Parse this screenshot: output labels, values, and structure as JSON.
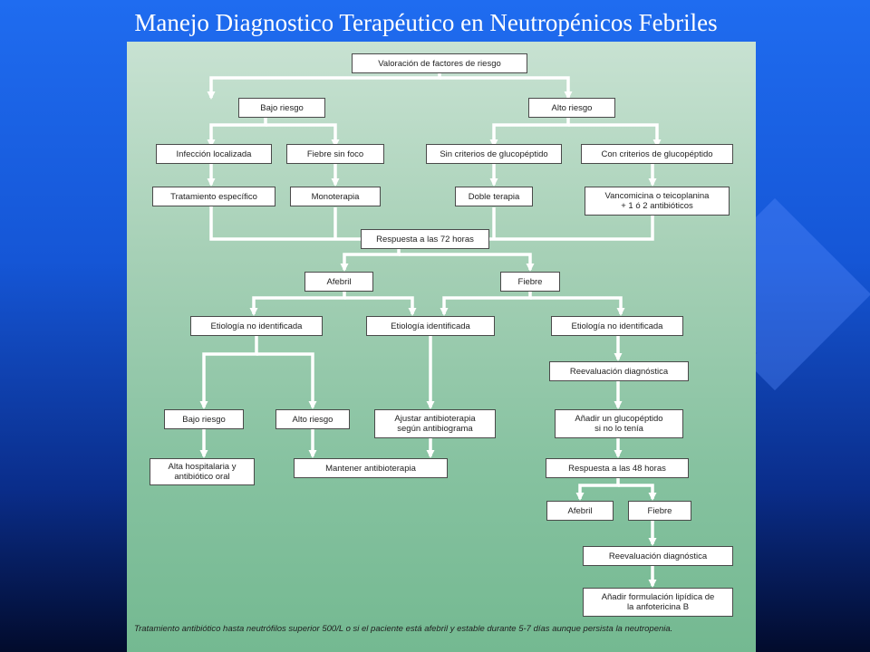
{
  "title": "Manejo Diagnostico Terapéutico en Neutropénicos Febriles",
  "colors": {
    "arrow": "#ffffff",
    "box_border": "#4a4a4a",
    "panel": "#86c2a0"
  },
  "nodes": {
    "valoracion": "Valoración de factores de riesgo",
    "bajo_riesgo": "Bajo riesgo",
    "alto_riesgo": "Alto riesgo",
    "infeccion_localizada": "Infección localizada",
    "fiebre_sin_foco": "Fiebre sin foco",
    "sin_criterios_glucopeptido": "Sin criterios de glucopéptido",
    "con_criterios_glucopeptido": "Con criterios de glucopéptido",
    "tratamiento_especifico": "Tratamiento específico",
    "monoterapia": "Monoterapia",
    "doble_terapia": "Doble terapia",
    "vancomicina": "Vancomicina o teicoplanina\n+ 1 ó 2 antibióticos",
    "respuesta_72": "Respuesta a las 72 horas",
    "afebril": "Afebril",
    "fiebre": "Fiebre",
    "etiologia_no_identificada_1": "Etiología no identificada",
    "etiologia_identificada": "Etiología identificada",
    "etiologia_no_identificada_2": "Etiología no identificada",
    "reevaluacion_1": "Reevaluación diagnóstica",
    "bajo_riesgo_2": "Bajo riesgo",
    "alto_riesgo_2": "Alto riesgo",
    "ajustar_antibioterapia": "Ajustar antibioterapia\nsegún antibiograma",
    "anadir_glucopeptido": "Añadir un glucopéptido\nsi no lo tenía",
    "alta_hospitalaria": "Alta hospitalaria y\nantibiótico oral",
    "mantener_antibioterapia": "Mantener antibioterapia",
    "respuesta_48": "Respuesta a las 48 horas",
    "afebril_2": "Afebril",
    "fiebre_2": "Fiebre",
    "reevaluacion_2": "Reevaluación diagnóstica",
    "anadir_anfotericina": "Añadir formulación lipídica de\nla anfotericina B"
  },
  "footnote": "Tratamiento antibiótico hasta neutrófilos superior 500/L o si el paciente está afebril y estable durante 5-7 días aunque persista la neutropenia."
}
